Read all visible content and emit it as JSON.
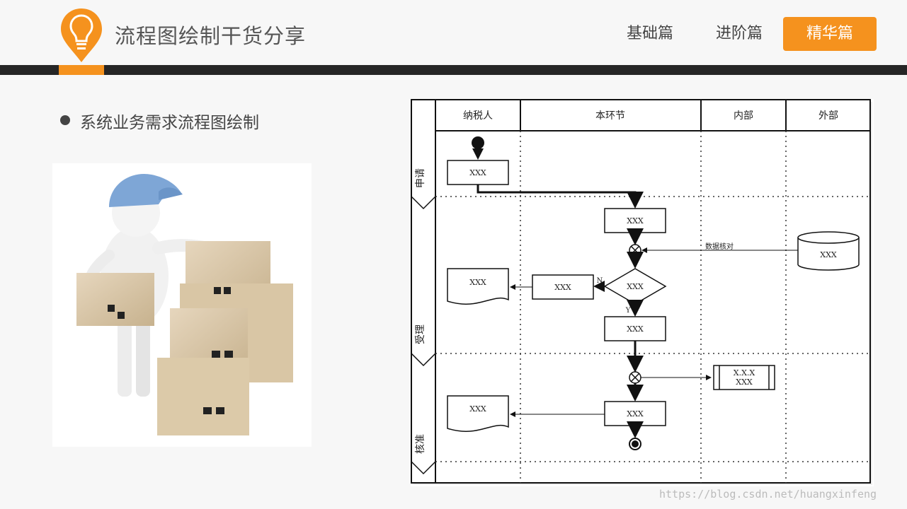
{
  "header": {
    "title": "流程图绘制干货分享",
    "nav": [
      {
        "label": "基础篇",
        "active": false
      },
      {
        "label": "进阶篇",
        "active": false
      },
      {
        "label": "精华篇",
        "active": true
      }
    ]
  },
  "colors": {
    "accent": "#f5921e",
    "bar": "#262626",
    "text": "#444444"
  },
  "content": {
    "bullet": "系统业务需求流程图绘制"
  },
  "diagram": {
    "columns": [
      "纳税人",
      "本环节",
      "内部",
      "外部"
    ],
    "rows": [
      "申请",
      "受理",
      "核准"
    ],
    "nodes": {
      "apply": "XXX",
      "step1": "XXX",
      "decision": "XXX",
      "step2": "XXX",
      "step3": "XXX",
      "left_mid": "XXX",
      "doc1": "XXX",
      "doc2": "XXX",
      "database": "XXX",
      "external_line1": "X.X.X",
      "external_line2": "XXX"
    },
    "labels": {
      "check": "数据核对",
      "no": "N",
      "yes": "Y"
    }
  },
  "watermark": "https://blog.csdn.net/huangxinfeng"
}
